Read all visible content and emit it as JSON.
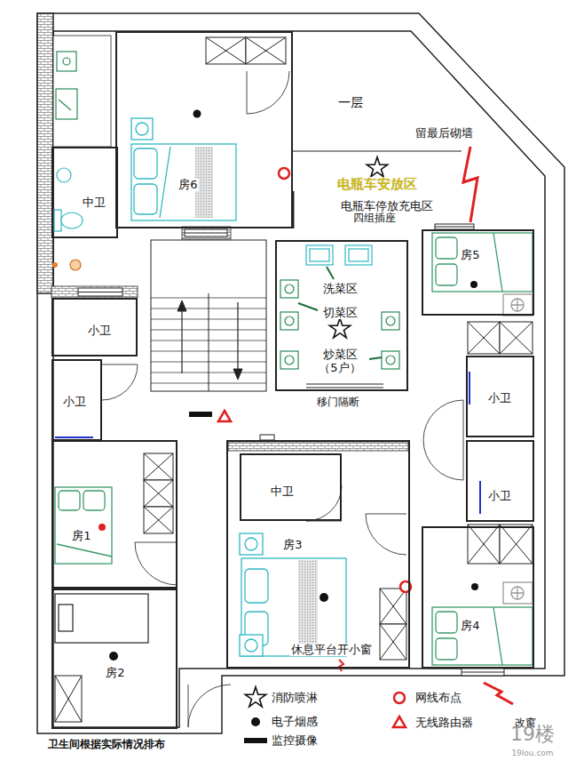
{
  "diagram": {
    "nodes": [
      {
        "text": [
          "房6"
        ]
      },
      {
        "text": [
          "中卫"
        ]
      },
      {
        "text": [
          "房5"
        ]
      },
      {
        "text": [
          "洗菜区",
          "切菜区",
          "炒菜区 （5户）"
        ]
      },
      {
        "text": [
          "小卫"
        ]
      },
      {
        "text": [
          "小卫"
        ]
      },
      {
        "text": [
          "小卫"
        ]
      },
      {
        "text": [
          "房3"
        ]
      },
      {
        "text": [
          "中卫"
        ],
        "in": 7
      },
      {
        "text": [
          "小卫"
        ]
      },
      {
        "text": [
          "房1"
        ]
      },
      {
        "text": [
          "房4"
        ]
      },
      {
        "text": [
          "房2"
        ]
      }
    ],
    "labels": [
      "一层",
      "留最后砌墙",
      "电瓶车安放区",
      "电瓶车停放充电区",
      "四组插座",
      "移门隔断",
      "休息平台开小窗",
      "改窗",
      "卫生间根据实际情况排布",
      "19楼",
      "19lou.com"
    ],
    "legend": [
      {
        "text": "消防喷淋"
      },
      {
        "text": "网线布点"
      },
      {
        "text": "电子烟感"
      },
      {
        "text": "无线路由器"
      },
      {
        "text": "监控摄像"
      }
    ]
  }
}
